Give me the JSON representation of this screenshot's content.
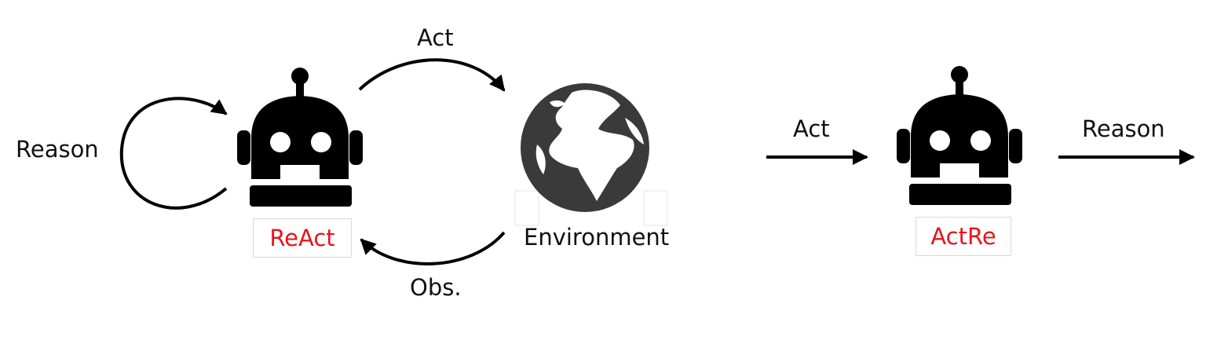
{
  "colors": {
    "stroke": "#000000",
    "robot": "#000000",
    "globe": "#3a3a3a",
    "highlight": "#e8141c"
  },
  "icons": [
    "robot-icon",
    "globe-icon",
    "arrow-icon",
    "loop-arrow-icon"
  ],
  "react_loop": {
    "reason_label": "Reason",
    "act_label": "Act",
    "obs_label": "Obs.",
    "environment_label": "Environment",
    "agent_name": "ReAct"
  },
  "actre_sequence": {
    "act_label": "Act",
    "reason_label": "Reason",
    "agent_name": "ActRe"
  }
}
